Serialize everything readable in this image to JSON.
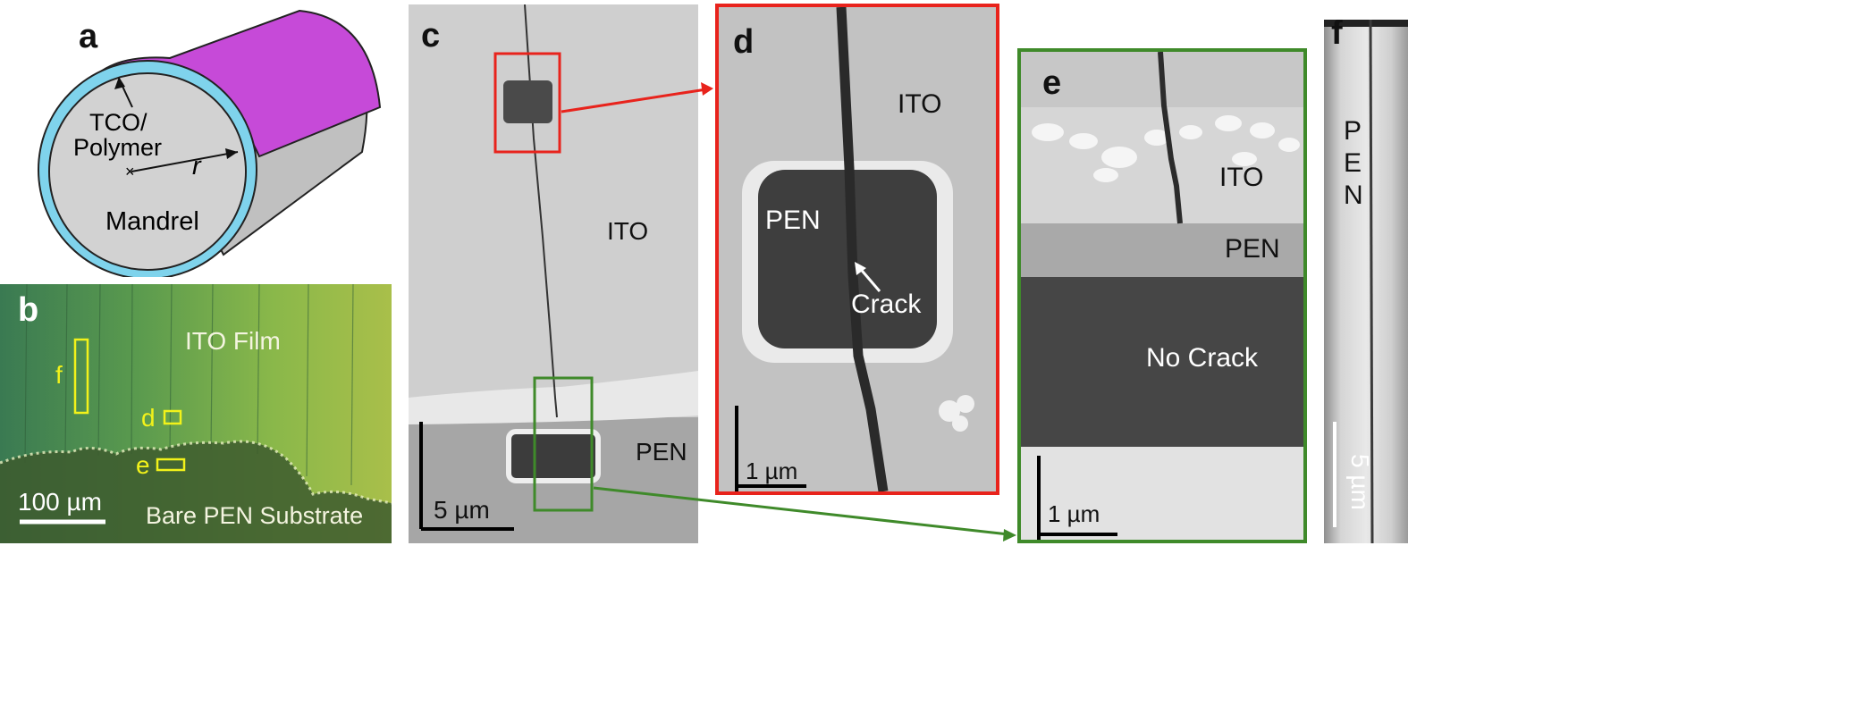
{
  "panels": {
    "a": {
      "letter": "a",
      "labels": {
        "tco": "TCO/",
        "polymer": "Polymer",
        "radius": "r",
        "mandrel": "Mandrel"
      }
    },
    "b": {
      "letter": "b",
      "labels": {
        "ito_film": "ITO Film",
        "f": "f",
        "d": "d",
        "e": "e",
        "substrate": "Bare PEN Substrate"
      },
      "scale_bar": "100 µm"
    },
    "c": {
      "letter": "c",
      "labels": {
        "ito": "ITO",
        "pen": "PEN"
      },
      "scale_bar": "5 µm"
    },
    "d": {
      "letter": "d",
      "labels": {
        "ito": "ITO",
        "pen": "PEN",
        "crack": "Crack"
      },
      "scale_bar": "1 µm"
    },
    "e": {
      "letter": "e",
      "labels": {
        "ito": "ITO",
        "pen": "PEN",
        "no_crack": "No Crack"
      },
      "scale_bar": "1 µm"
    },
    "f": {
      "letter": "f",
      "labels": {
        "p": "P",
        "e": "E",
        "n": "N"
      },
      "scale_bar": "5 µm"
    }
  },
  "colors": {
    "tco_layer": "#7fd3ec",
    "mandrel_face": "#d2d2d2",
    "film_top": "#c64ad8",
    "zoom_d_frame": "#e8231c",
    "zoom_e_frame": "#3f8a2a",
    "marker_yellow": "#f2f21a"
  }
}
